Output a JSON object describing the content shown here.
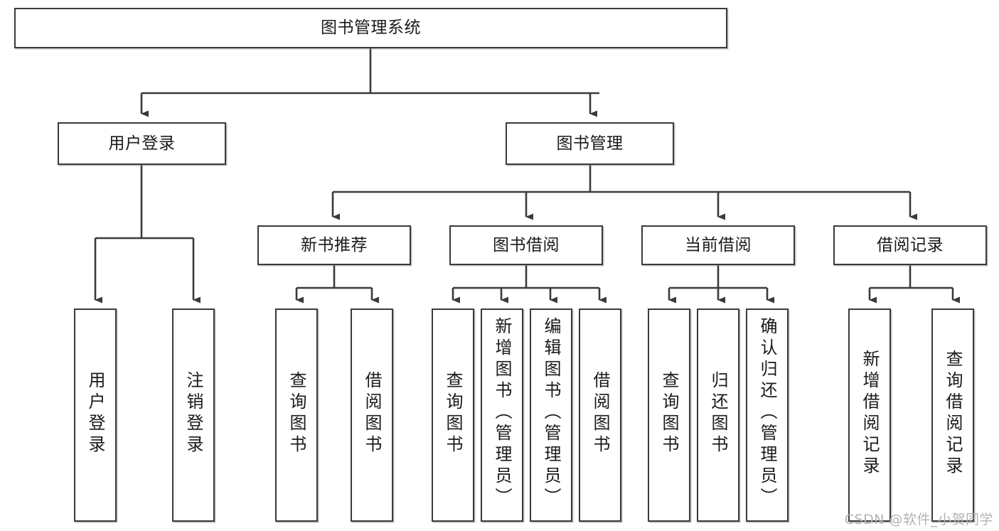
{
  "diagram": {
    "type": "tree",
    "title": "图书管理系统",
    "root": {
      "label": "图书管理系统"
    },
    "level2": [
      {
        "label": "用户登录"
      },
      {
        "label": "图书管理"
      }
    ],
    "level3": [
      {
        "label": "新书推荐"
      },
      {
        "label": "图书借阅"
      },
      {
        "label": "当前借阅"
      },
      {
        "label": "借阅记录"
      }
    ],
    "leaves": {
      "user_login": [
        {
          "label": "用户登录"
        },
        {
          "label": "注销登录"
        }
      ],
      "new_book": [
        {
          "label": "查询图书"
        },
        {
          "label": "借阅图书"
        }
      ],
      "book_borrow": [
        {
          "label": "查询图书"
        },
        {
          "label": "新增图书（管理员）"
        },
        {
          "label": "编辑图书（管理员）"
        },
        {
          "label": "借阅图书"
        }
      ],
      "current_borrow": [
        {
          "label": "查询图书"
        },
        {
          "label": "归还图书"
        },
        {
          "label": "确认归还（管理员）"
        }
      ],
      "borrow_record": [
        {
          "label": "新增借阅记录"
        },
        {
          "label": "查询借阅记录"
        }
      ]
    }
  },
  "watermark": {
    "text": "CSDN @软件_小贺同学"
  },
  "colors": {
    "box_border": "#3a3a3a",
    "box_fill": "#ffffff",
    "edge": "#3a3a3a",
    "text": "#1a1a1a",
    "watermark": "#b3b3b3"
  }
}
